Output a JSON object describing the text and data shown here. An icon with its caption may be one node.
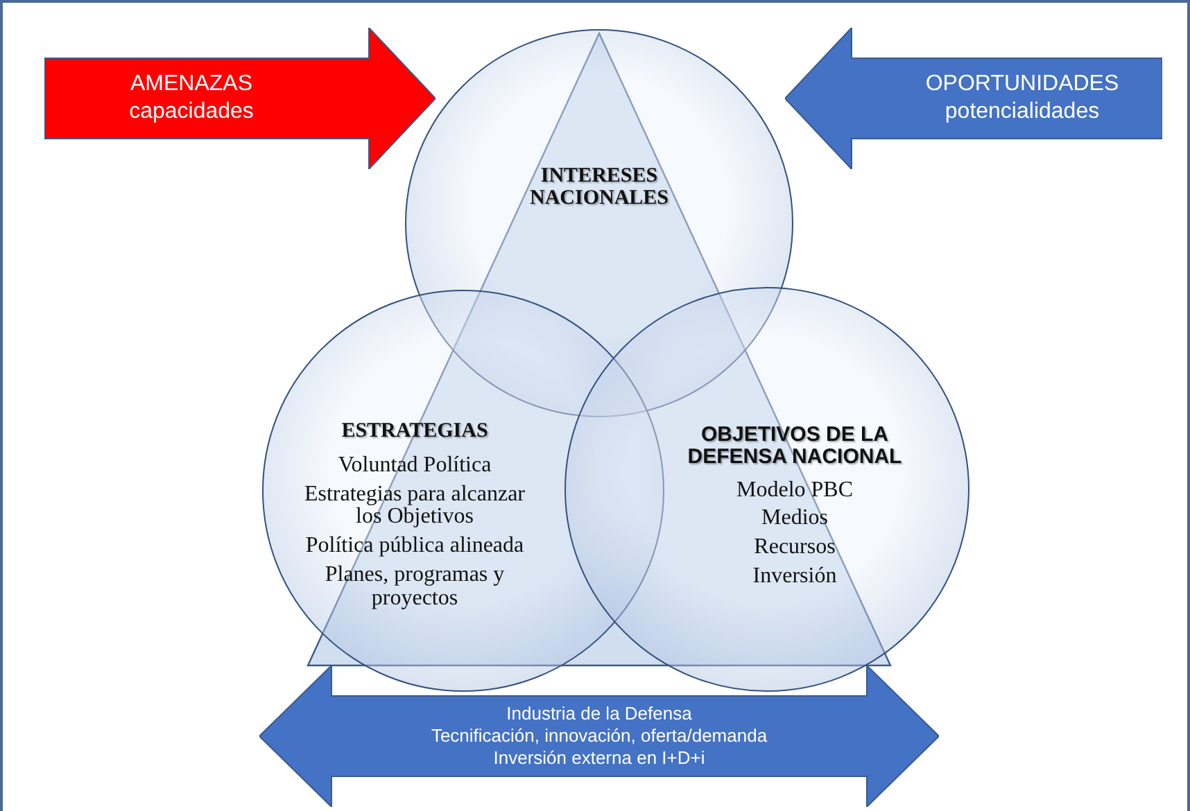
{
  "diagram": {
    "nodes": [
      {
        "text": [
          "AMENAZAS",
          "capacidades"
        ]
      },
      {
        "text": [
          "OPORTUNIDADES",
          "potencialidades"
        ]
      },
      {
        "text": [
          "INTERESES NACIONALES"
        ]
      },
      {
        "text": [
          "ESTRATEGIAS",
          "Voluntad Política",
          "Estrategias para alcanzar los Objetivos",
          "Política pública alineada",
          "Planes, programas y proyectos"
        ]
      },
      {
        "text": [
          "OBJETIVOS DE LA DEFENSA NACIONAL",
          "Modelo PBC",
          "Medios",
          "Recursos",
          "Inversión"
        ]
      },
      {
        "text": [
          "Industria de la Defensa",
          "Tecnificación, innovación, oferta/demanda",
          "Inversión externa en I+D+i"
        ]
      }
    ]
  }
}
